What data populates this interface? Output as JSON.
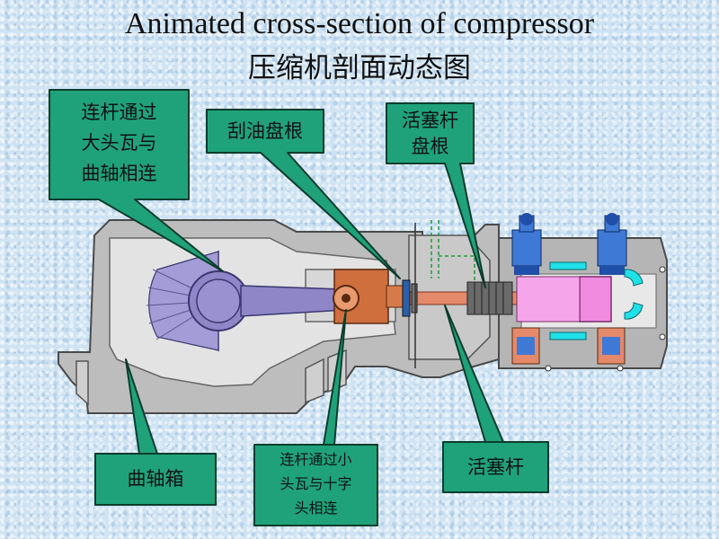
{
  "title": {
    "en": "Animated cross-section of compressor",
    "zh": "压缩机剖面动态图"
  },
  "callouts": {
    "big_end": "连杆通过\n大头瓦与\n曲轴相连",
    "oil_scraper": "刮油盘根",
    "rod_packing": "活塞杆\n盘根",
    "crankcase": "曲轴箱",
    "small_end": "连杆通过小\n头瓦与十字\n头相连",
    "piston_rod": "活塞杆"
  },
  "colors": {
    "callout_fill": "#1fa27a",
    "callout_stroke": "#0e3c2c",
    "frame": "#bcbcbc",
    "frame_dark": "#555555",
    "crank": "#8e86c6",
    "crosshead": "#cf6f3e",
    "piston": "#f08be0",
    "valve_blue": "#3f79d6",
    "cyan": "#20e0e8"
  }
}
